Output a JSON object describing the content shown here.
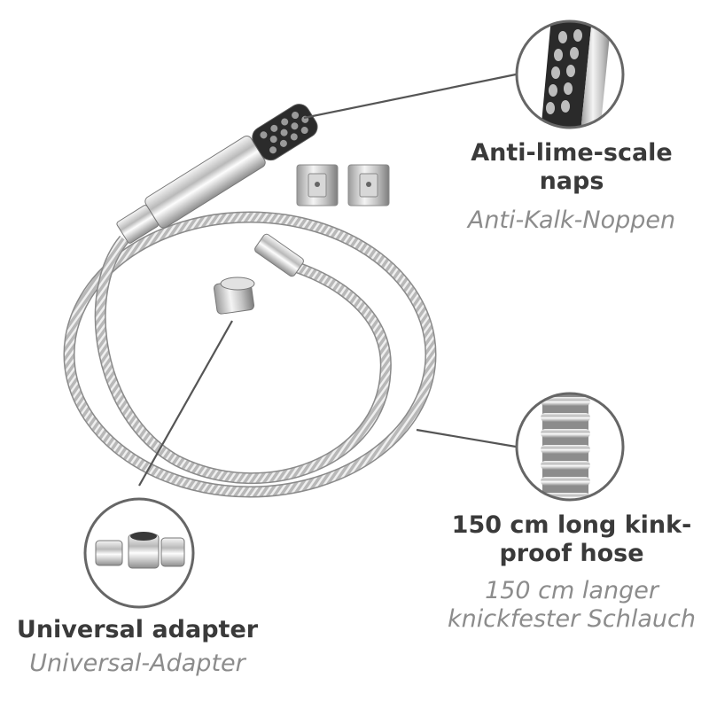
{
  "colors": {
    "heading": "#3a3a3a",
    "subheading": "#8c8c8c",
    "line": "#555555",
    "circle_border": "#666666",
    "chrome": "#c9c9c9"
  },
  "callouts": {
    "naps": {
      "title_en": "Anti-lime-scale naps",
      "title_de": "Anti-Kalk-Noppen",
      "icon": "shower-head-naps-closeup"
    },
    "hose": {
      "title_en": "150 cm long kink-proof hose",
      "title_de": "150 cm langer knickfester Schlauch",
      "icon": "hose-coil-closeup"
    },
    "adapter": {
      "title_en": "Universal adapter",
      "title_de": "Universal-Adapter",
      "icon": "adapter-parts-closeup"
    }
  }
}
